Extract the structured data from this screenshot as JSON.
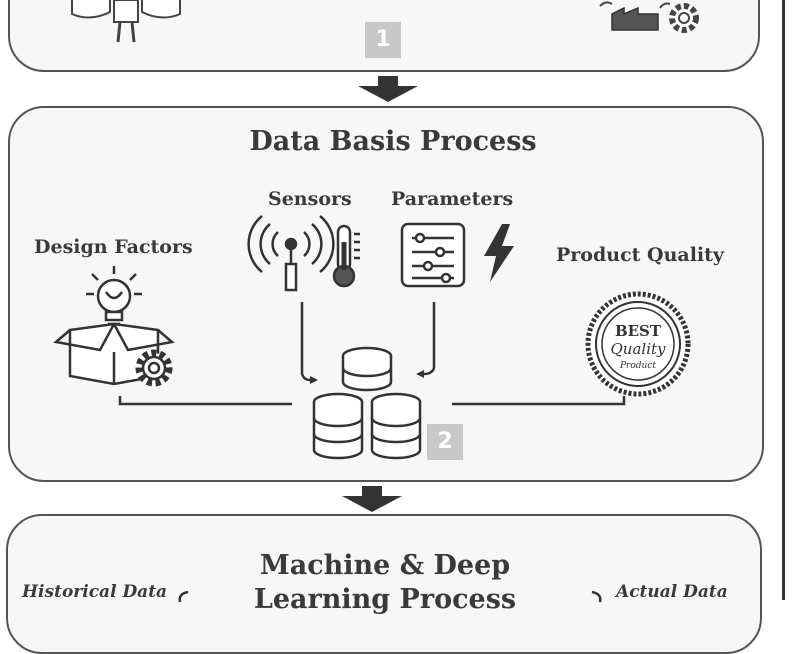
{
  "stage1": {
    "number": "1"
  },
  "stage2": {
    "title": "Data Basis Process",
    "number": "2",
    "labels": {
      "design_factors": "Design Factors",
      "sensors": "Sensors",
      "parameters": "Parameters",
      "product_quality": "Product Quality"
    },
    "badge": {
      "line1": "BEST",
      "line2": "Quality",
      "line3": "Product"
    }
  },
  "stage3": {
    "title_line1": "Machine & Deep",
    "title_line2": "Learning Process",
    "left_label": "Historical Data",
    "right_label": "Actual Data"
  },
  "icons": [
    "worker-icon",
    "factory-gear-icon",
    "lightbulb-box-icon",
    "gear-icon",
    "wireless-sensor-icon",
    "thermometer-icon",
    "parameter-sliders-icon",
    "lightning-icon",
    "quality-seal-icon",
    "database-icon",
    "down-arrow-icon"
  ],
  "colors": {
    "panel_fill": "#f7f7f7",
    "stroke": "#555555",
    "number_box": "#c8c8c8",
    "text": "#3a3a3a"
  }
}
